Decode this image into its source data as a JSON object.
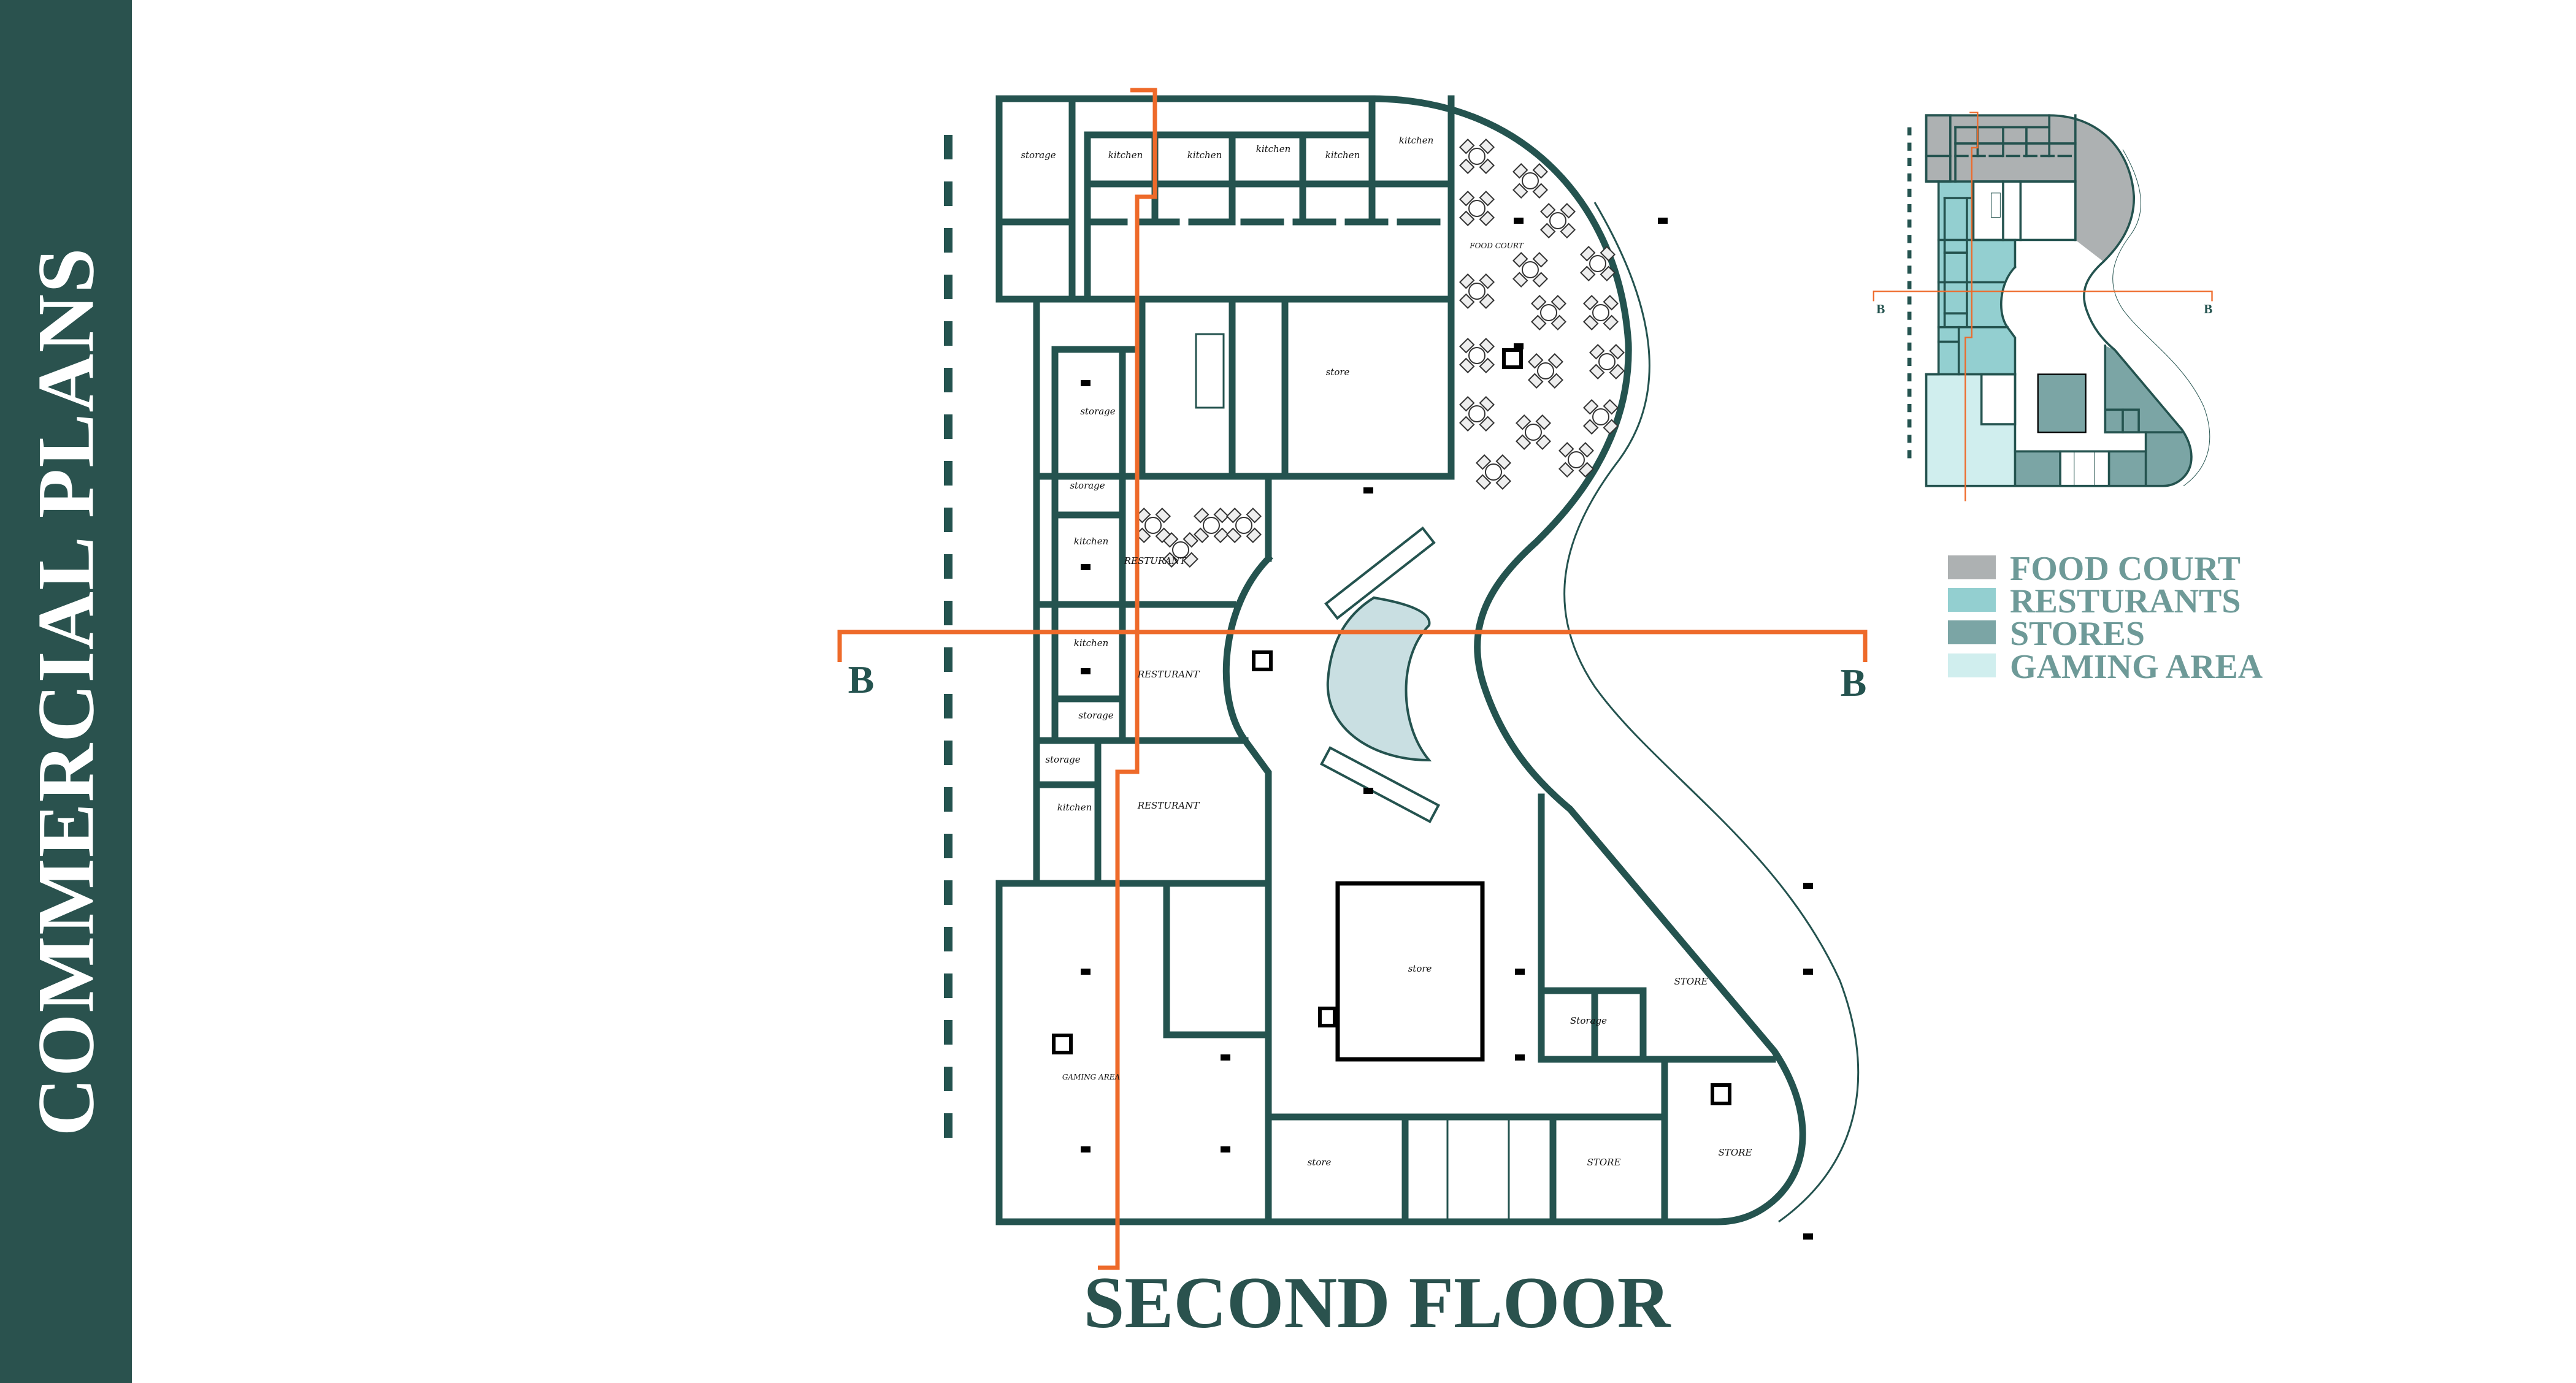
{
  "sidebar": {
    "title": "COMMERCIAL PLANS"
  },
  "plan": {
    "title": "SECOND FLOOR",
    "section_label": "B",
    "rooms": {
      "storage_top": "storage",
      "kitchen_1": "kitchen",
      "kitchen_2": "kitchen",
      "kitchen_3": "kitchen",
      "kitchen_4": "kitchen",
      "kitchen_5": "kitchen",
      "food_court": "FOOD COURT",
      "store_top": "store",
      "storage_2": "storage",
      "storage_3": "storage",
      "kitchen_6": "kitchen",
      "restaurant_1": "RESTURANT",
      "kitchen_7": "kitchen",
      "restaurant_2": "RESTURANT",
      "storage_4": "storage",
      "storage_5": "storage",
      "kitchen_8": "kitchen",
      "restaurant_3": "RESTURANT",
      "store_center": "store",
      "store_right": "STORE",
      "storage_right": "Storage",
      "gaming_area": "GAMING AREA",
      "store_bottom_1": "store",
      "store_bottom_2": "STORE",
      "store_bottom_3": "STORE"
    }
  },
  "legend": {
    "items": [
      {
        "label": "FOOD COURT",
        "color": "#adb1b2"
      },
      {
        "label": "RESTURANTS",
        "color": "#93cfd0"
      },
      {
        "label": "STORES",
        "color": "#7ba5a5"
      },
      {
        "label": "GAMING AREA",
        "color": "#d0eeee"
      }
    ]
  },
  "colors": {
    "wall": "#24534f",
    "section_line": "#ee6a2a",
    "sidebar": "#2a524e",
    "fountain": "#c9dfe2"
  }
}
